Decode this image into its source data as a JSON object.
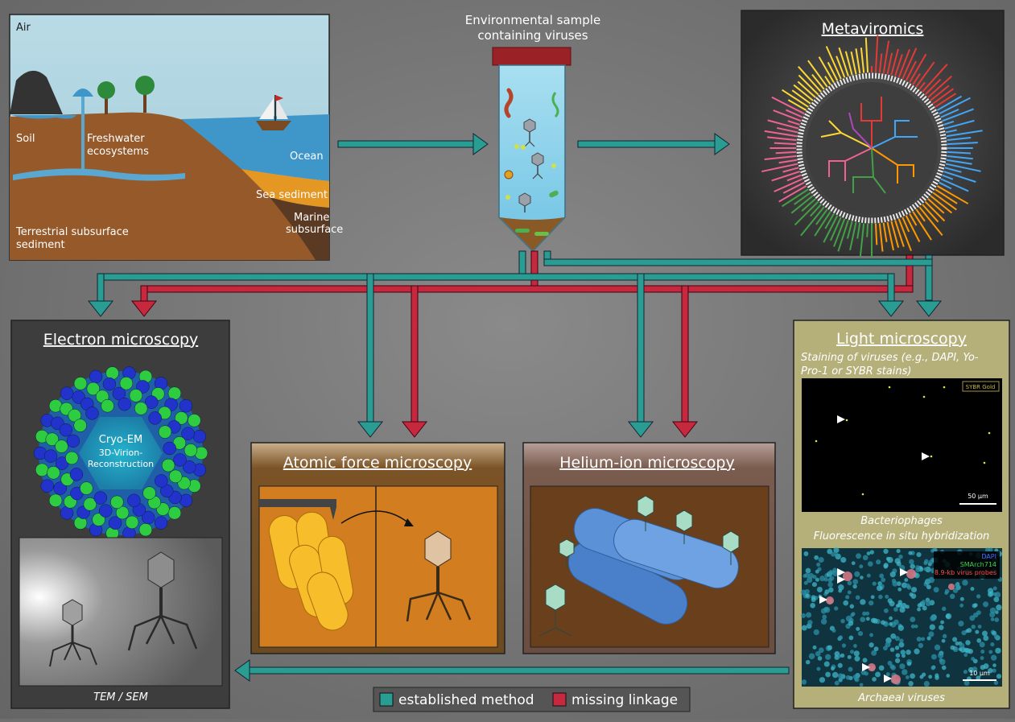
{
  "environment": {
    "air": "Air",
    "soil": "Soil",
    "freshwater_1": "Freshwater",
    "freshwater_2": "ecosystems",
    "ocean": "Ocean",
    "sea_sediment": "Sea sediment",
    "marine_1": "Marine",
    "marine_2": "subsurface",
    "terrestrial_1": "Terrestrial subsurface",
    "terrestrial_2": "sediment"
  },
  "sample": {
    "title_1": "Environmental sample",
    "title_2": "containing viruses"
  },
  "metaviromics": {
    "title": "Metaviromics"
  },
  "electron_microscopy": {
    "title": "Electron microscopy",
    "cryo_1": "Cryo-EM",
    "cryo_2": "3D-Virion-",
    "cryo_3": "Reconstruction",
    "caption": "TEM / SEM"
  },
  "afm": {
    "title": "Atomic force microscopy"
  },
  "him": {
    "title": "Helium-ion microscopy"
  },
  "light_microscopy": {
    "title": "Light microscopy",
    "subtitle_1": "Staining of viruses (e.g., DAPI, Yo-",
    "subtitle_2": "Pro-1 or SYBR stains)",
    "stain_label": "SYBR Gold",
    "scale_1": "50 μm",
    "caption_1": "Bacteriophages",
    "fish_title": "Fluorescence in situ hybridization",
    "legend_dapi": "DAPI",
    "legend_smarch": "SMArch714",
    "legend_probe": "8.9-kb virus probes",
    "scale_2": "10 μm",
    "caption_2": "Archaeal viruses"
  },
  "legend": {
    "established": "established method",
    "missing": "missing linkage"
  },
  "colors": {
    "established": "#2a9d93",
    "missing": "#c6283e"
  }
}
